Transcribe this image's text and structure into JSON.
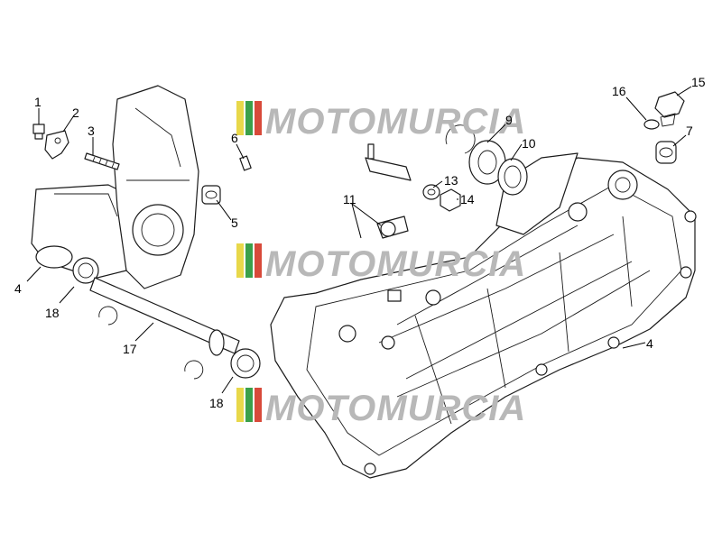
{
  "watermark": {
    "text": "MOTOMURCIA",
    "flag_colors": [
      "#e8d84a",
      "#3aa04a",
      "#d84a3a"
    ],
    "text_color": "#b8b8b8"
  },
  "callouts": {
    "c1": "1",
    "c2": "2",
    "c3": "3",
    "c4a": "4",
    "c4b": "4",
    "c5": "5",
    "c6": "6",
    "c7": "7",
    "c9": "9",
    "c10": "10",
    "c11": "11",
    "c13": "13",
    "c14": "14",
    "c15": "15",
    "c16": "16",
    "c17": "17",
    "c18a": "18",
    "c18b": "18"
  }
}
